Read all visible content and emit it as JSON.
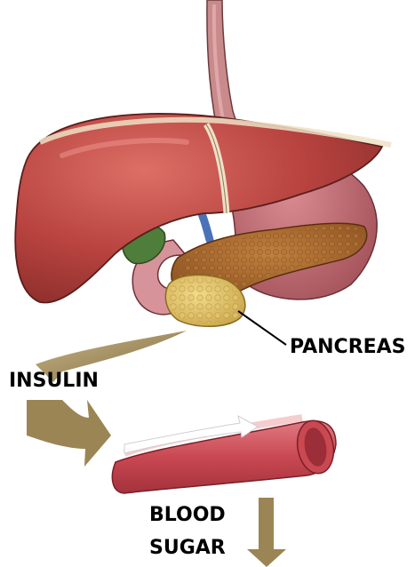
{
  "labels": {
    "pancreas": "PANCREAS",
    "insulin": "INSULIN",
    "blood": "BLOOD",
    "sugar": "SUGAR"
  },
  "colors": {
    "liver": "#b8433f",
    "liver_highlight": "#d7675f",
    "stomach": "#c4717a",
    "esophagus": "#c98a8c",
    "pancreas_body": "#a8672f",
    "pancreas_head": "#e3c56b",
    "gallbladder": "#4f7d3a",
    "bile_duct": "#4a72b8",
    "arrow": "#9b8554",
    "vessel": "#c74a55",
    "vessel_inner": "#eeaaae",
    "text": "#000000"
  }
}
